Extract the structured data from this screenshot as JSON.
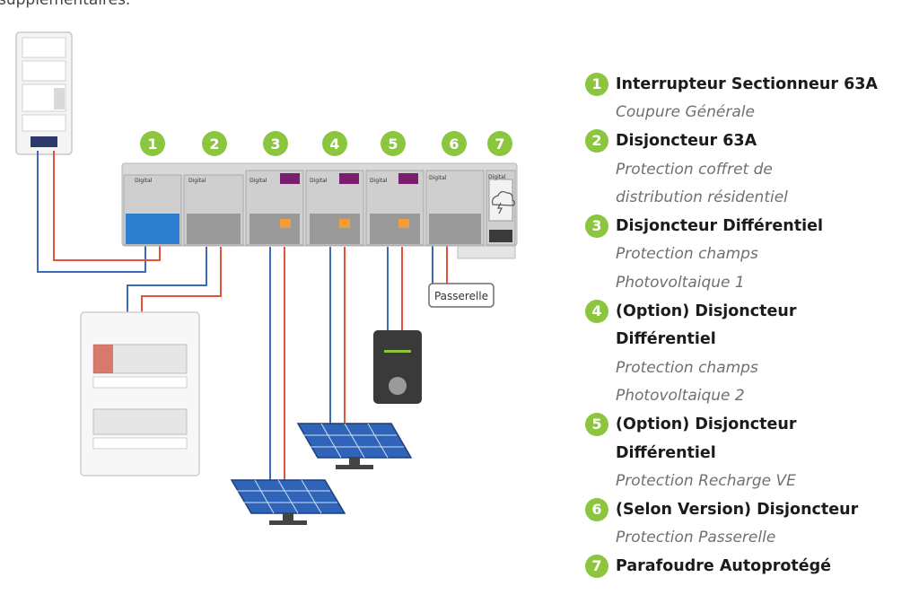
{
  "header": {
    "clipped_text": "supplémentaires."
  },
  "colors": {
    "green": "#8cc63f",
    "blue": "#3a6db5",
    "red": "#e5533d",
    "breaker_grey": "#bfbfbf",
    "breaker_blue": "#2f7fd0",
    "purple": "#7a1f6f",
    "dark": "#2b2b2b"
  },
  "diagram": {
    "module_numbers": [
      "1",
      "2",
      "3",
      "4",
      "5",
      "6",
      "7"
    ],
    "breaker_brand": "Digital",
    "gateway_label": "Passerelle"
  },
  "legend": [
    {
      "num": "1",
      "title": [
        "Interrupteur Sectionneur 63A"
      ],
      "sub": [
        "Coupure Générale"
      ]
    },
    {
      "num": "2",
      "title": [
        "Disjoncteur 63A"
      ],
      "sub": [
        "Protection coffret de",
        "distribution résidentiel"
      ]
    },
    {
      "num": "3",
      "title": [
        "Disjoncteur Différentiel"
      ],
      "sub": [
        "Protection champs",
        "Photovoltaique 1"
      ]
    },
    {
      "num": "4",
      "title": [
        "(Option) Disjoncteur",
        "Différentiel"
      ],
      "sub": [
        "Protection champs",
        "Photovoltaique 2"
      ]
    },
    {
      "num": "5",
      "title": [
        "(Option) Disjoncteur",
        "Différentiel"
      ],
      "sub": [
        "Protection Recharge VE"
      ]
    },
    {
      "num": "6",
      "title": [
        "(Selon Version) Disjoncteur"
      ],
      "sub": [
        "Protection Passerelle"
      ]
    },
    {
      "num": "7",
      "title": [
        "Parafoudre Autoprotégé"
      ],
      "sub": []
    }
  ]
}
